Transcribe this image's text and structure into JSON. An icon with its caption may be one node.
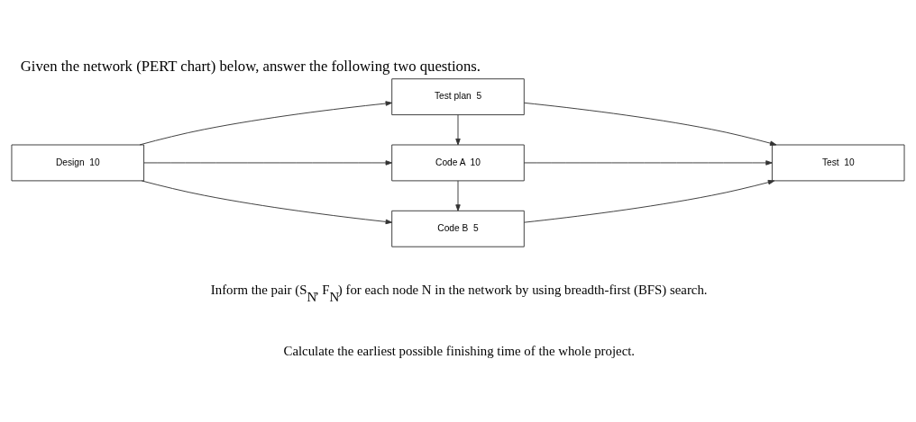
{
  "diagram": {
    "title": "Given the network (PERT chart) below, answer the following two questions.",
    "nodes": [
      {
        "text": [
          "Test plan  5"
        ]
      },
      {
        "text": [
          "Design  10"
        ]
      },
      {
        "text": [
          "Code A  10"
        ]
      },
      {
        "text": [
          "Test  10"
        ]
      },
      {
        "text": [
          "Code B  5"
        ]
      }
    ],
    "edges": [
      {
        "from": 1,
        "to": 0,
        "arrow": "to"
      },
      {
        "from": 0,
        "to": 3,
        "arrow": "to"
      },
      {
        "from": 1,
        "to": 2,
        "arrow": "to"
      },
      {
        "from": 0,
        "to": 2,
        "arrow": "to"
      },
      {
        "from": 2,
        "to": 3,
        "arrow": "to"
      },
      {
        "from": 1,
        "to": 4,
        "arrow": "to"
      },
      {
        "from": 2,
        "to": 4,
        "arrow": "to"
      },
      {
        "from": 4,
        "to": 3,
        "arrow": "to"
      }
    ],
    "labels": [
      "Inform the pair (S$_{N}$, F$_{N}$) for each node N in the network by using breadth-first (BFS) search.",
      "Calculate the earliest possible finishing time of the whole project."
    ]
  }
}
